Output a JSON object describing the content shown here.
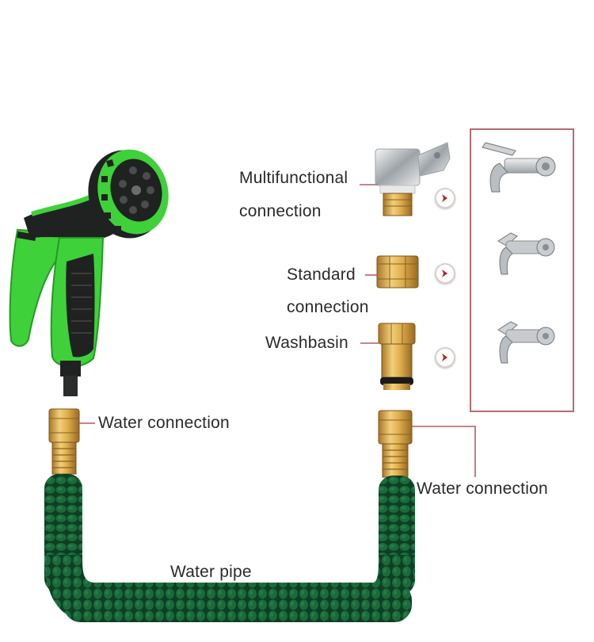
{
  "labels": {
    "multifunctional_line1": "Multifunctional",
    "multifunctional_line2": "connection",
    "standard_line1": "Standard",
    "standard_line2": "connection",
    "washbasin": "Washbasin",
    "water_connection_left": "Water connection",
    "water_connection_right": "Water connection",
    "water_pipe": "Water pipe"
  },
  "colors": {
    "hose_green": "#0f4a28",
    "gun_green": "#3fd13a",
    "gun_black": "#1f2221",
    "brass": "#d9a84a",
    "leader_line": "#b85a64",
    "panel_border": "#b86a74",
    "arrow_red": "#b8202a"
  },
  "icons": {
    "spray_gun": "spray-gun-nozzle",
    "faucet": "faucet-tap",
    "arrow": "chevron-right-circle"
  }
}
